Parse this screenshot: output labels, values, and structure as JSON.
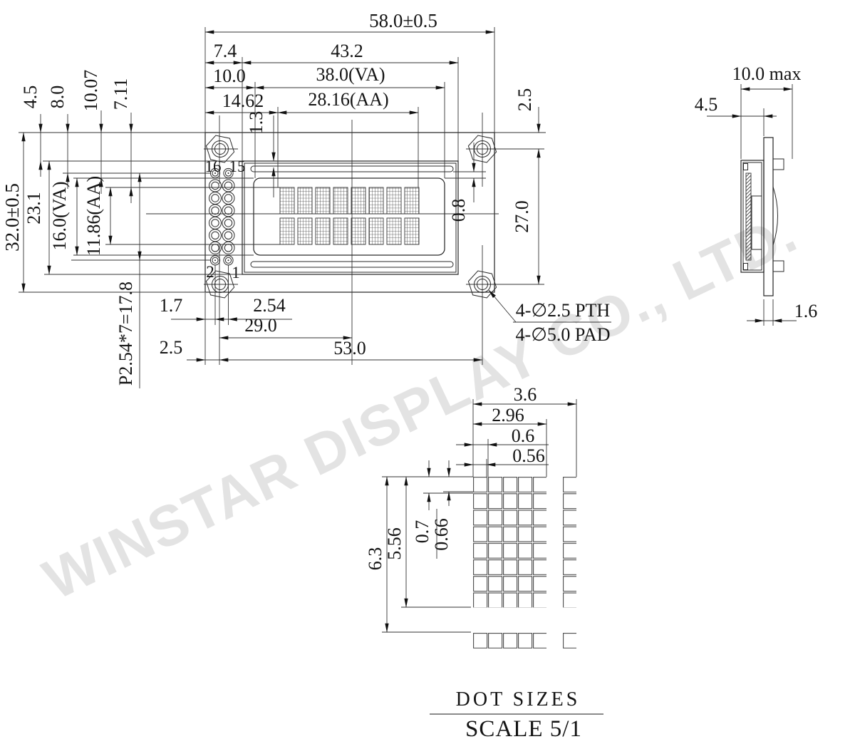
{
  "watermark": "WINSTAR DISPLAY CO., LTD.",
  "front": {
    "dims": {
      "total_w": "58.0±0.5",
      "d74": "7.4",
      "d432": "43.2",
      "d100": "10.0",
      "va_w": "38.0(VA)",
      "d1462": "14.62",
      "aa_w": "28.16(AA)",
      "d13": "1.3",
      "total_h": "32.0±0.5",
      "d231": "23.1",
      "va_h": "16.0(VA)",
      "aa_h": "11.86(AA)",
      "d45": "4.5",
      "d80": "8.0",
      "d1007": "10.07",
      "d711": "7.11",
      "pin_pitch": "P2.54*7=17.8",
      "r25": "2.5",
      "d270": "27.0",
      "d08": "0.8",
      "b17": "1.7",
      "b254": "2.54",
      "b290": "29.0",
      "b25": "2.5",
      "b530": "53.0"
    },
    "pins": {
      "p16": "16",
      "p15": "15",
      "p2": "2",
      "p1": "1"
    },
    "hole_note": [
      "4-∅2.5 PTH",
      "4-∅5.0 PAD"
    ]
  },
  "side": {
    "t_max": "10.0 max",
    "depth": "4.5",
    "pcb": "1.6"
  },
  "dots": {
    "w_total": "3.6",
    "w5": "2.96",
    "px": "0.6",
    "dw": "0.56",
    "h_total": "6.3",
    "h8": "5.56",
    "py": "0.7",
    "dh": "0.66",
    "title": "DOT SIZES",
    "scale": "SCALE 5/1"
  }
}
